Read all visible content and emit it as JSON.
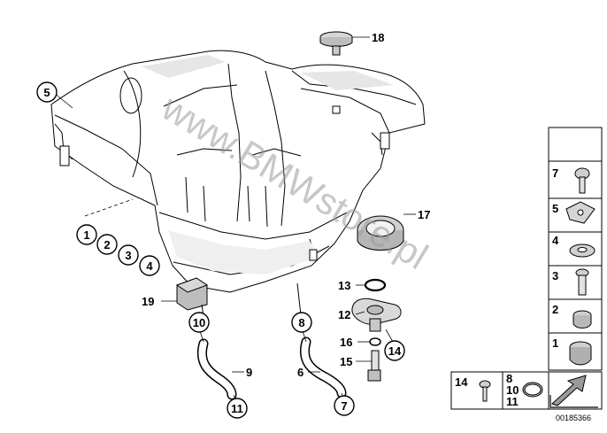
{
  "parts": {
    "p1": "1",
    "p2": "2",
    "p3": "3",
    "p4": "4",
    "p5": "5",
    "p6": "6",
    "p7": "7",
    "p8": "8",
    "p9": "9",
    "p10": "10",
    "p11": "11",
    "p12": "12",
    "p13": "13",
    "p14": "14",
    "p15": "15",
    "p16": "16",
    "p17": "17",
    "p18": "18",
    "p19": "19"
  },
  "legend": {
    "l7": "7",
    "l5": "5",
    "l4": "4",
    "l3": "3",
    "l2": "2",
    "l1": "1",
    "b14": "14",
    "b8": "8",
    "b10": "10",
    "b11": "11"
  },
  "watermark": "www.BMWstore.pl",
  "diagram_id": "00185366",
  "colors": {
    "line": "#000000",
    "legend_bg": "#f4f4f4",
    "watermark": "#9a9a9a"
  }
}
